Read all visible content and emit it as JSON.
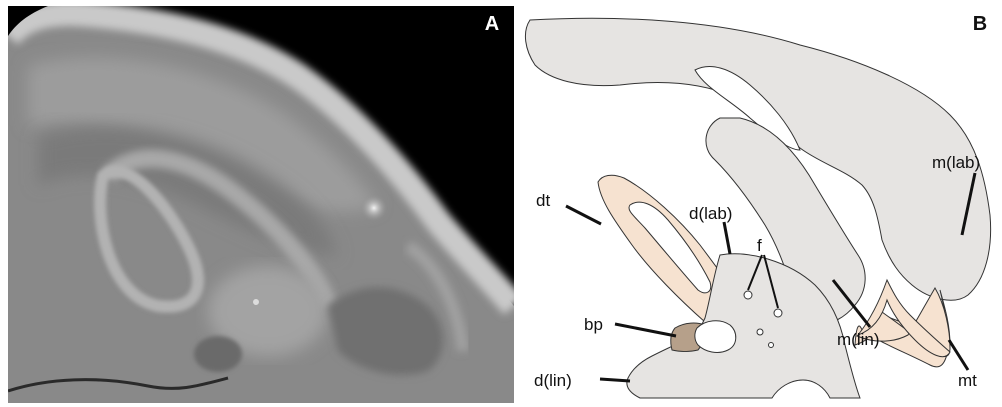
{
  "panels": {
    "a": {
      "letter": "A"
    },
    "b": {
      "letter": "B"
    }
  },
  "labels": {
    "m_lab": "m(lab)",
    "dt": "dt",
    "d_lab": "d(lab)",
    "f": "f",
    "bp": "bp",
    "d_lin": "d(lin)",
    "m_lin": "m(lin)",
    "mt": "mt"
  },
  "colors": {
    "bone_gray": "#e6e4e2",
    "tooth_tissue": "#f6e2d0",
    "bp_brown": "#b6a08a",
    "outline": "#333333",
    "scan_background": "#000000"
  }
}
